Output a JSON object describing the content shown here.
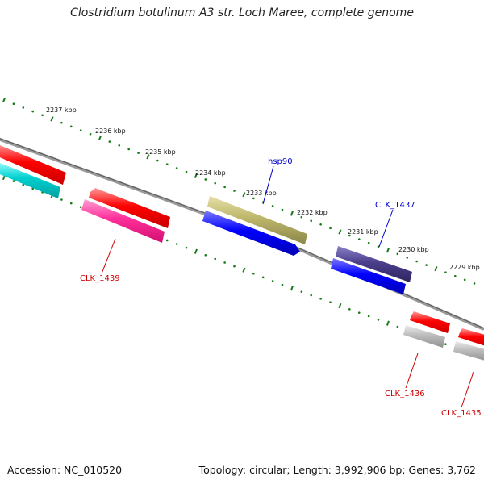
{
  "title": "Clostridium botulinum A3 str. Loch Maree, complete genome",
  "footer": {
    "accession": "Accession: NC_010520",
    "topology": "Topology: circular; Length: 3,992,906 bp; Genes: 3,762"
  },
  "ticks": [
    "2237 kbp",
    "2236 kbp",
    "2235 kbp",
    "2234 kbp",
    "2233 kbp",
    "2232 kbp",
    "2231 kbp",
    "2230 kbp",
    "2229 kbp"
  ],
  "gene_labels": {
    "hsp90": "hsp90",
    "clk1437": "CLK_1437",
    "clk1439": "CLK_1439",
    "clk1436": "CLK_1436",
    "clk1435": "CLK_1435"
  },
  "colors": {
    "forward_cds": "#ff0000",
    "reverse_cds": "#0000ff",
    "teal": "#00c8c8",
    "magenta": "#ff2d9a",
    "olive": "#bdb76b",
    "purple": "#4b3f8c",
    "grey_gene": "#b8b8b8",
    "backbone": "#808080",
    "tick": "#1a7a1a",
    "label_blue": "#0000cc",
    "label_red": "#cc0000"
  }
}
